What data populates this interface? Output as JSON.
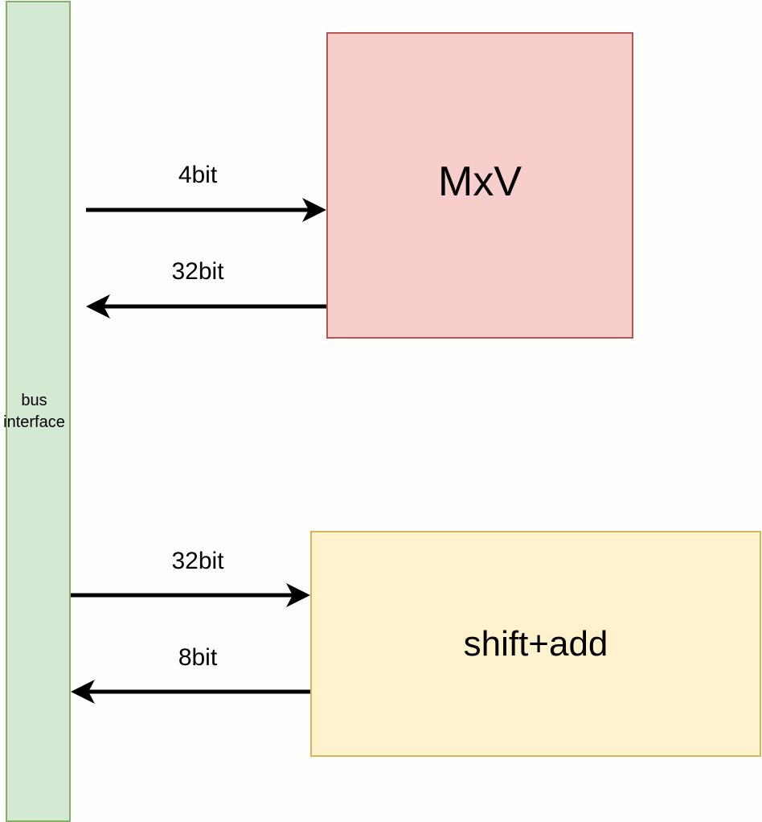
{
  "bus": {
    "label_line1": "bus",
    "label_line2": "interface",
    "fill": "#d5e8d4",
    "stroke": "#82b366"
  },
  "mxv": {
    "label": "MxV",
    "fill": "#f8cecc",
    "stroke": "#b85450"
  },
  "shift_add": {
    "label": "shift+add",
    "fill": "#fff2cc",
    "stroke": "#d6b656"
  },
  "edges": [
    {
      "from": "bus",
      "to": "mxv",
      "label": "4bit"
    },
    {
      "from": "mxv",
      "to": "bus",
      "label": "32bit"
    },
    {
      "from": "bus",
      "to": "shift_add",
      "label": "32bit"
    },
    {
      "from": "shift_add",
      "to": "bus",
      "label": "8bit"
    }
  ]
}
